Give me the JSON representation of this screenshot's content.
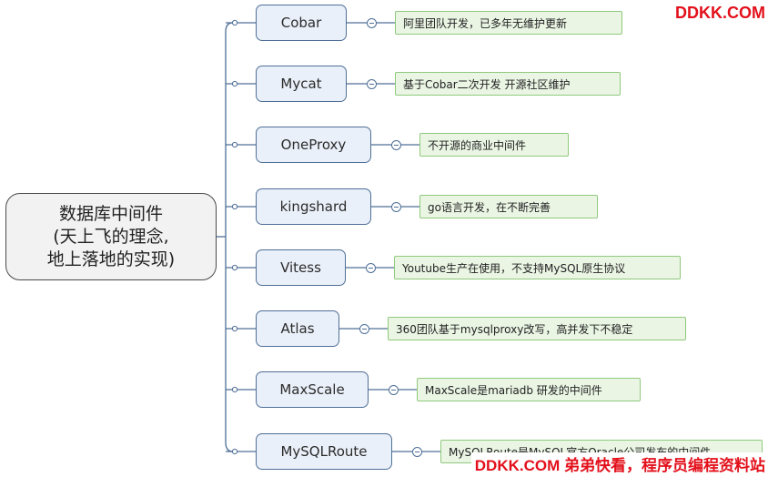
{
  "root": {
    "lines": [
      "数据库中间件",
      "(天上飞的理念,",
      "地上落地的实现)"
    ]
  },
  "branches": [
    {
      "name": "Cobar",
      "note": "阿里团队开发，已多年无维护更新"
    },
    {
      "name": "Mycat",
      "note": "基于Cobar二次开发 开源社区维护"
    },
    {
      "name": "OneProxy",
      "note": "不开源的商业中间件"
    },
    {
      "name": "kingshard",
      "note": "go语言开发，在不断完善"
    },
    {
      "name": "Vitess",
      "note": "Youtube生产在使用，不支持MySQL原生协议"
    },
    {
      "name": "Atlas",
      "note": "360团队基于mysqlproxy改写，高并发下不稳定"
    },
    {
      "name": "MaxScale",
      "note": "MaxScale是mariadb 研发的中间件"
    },
    {
      "name": "MySQLRoute",
      "note": "MySQLRoute是MySQL官方Oracle公司发布的中间件"
    }
  ],
  "watermark": {
    "top": "DDKK.COM",
    "bottom": "DDKK.COM 弟弟快看，程序员编程资料站"
  },
  "colors": {
    "connector": "#4f6f96",
    "node_fill": "#eaf0f9",
    "note_fill": "#eaf5e4",
    "note_border": "#8fc97c",
    "watermark": "#e3101b"
  }
}
